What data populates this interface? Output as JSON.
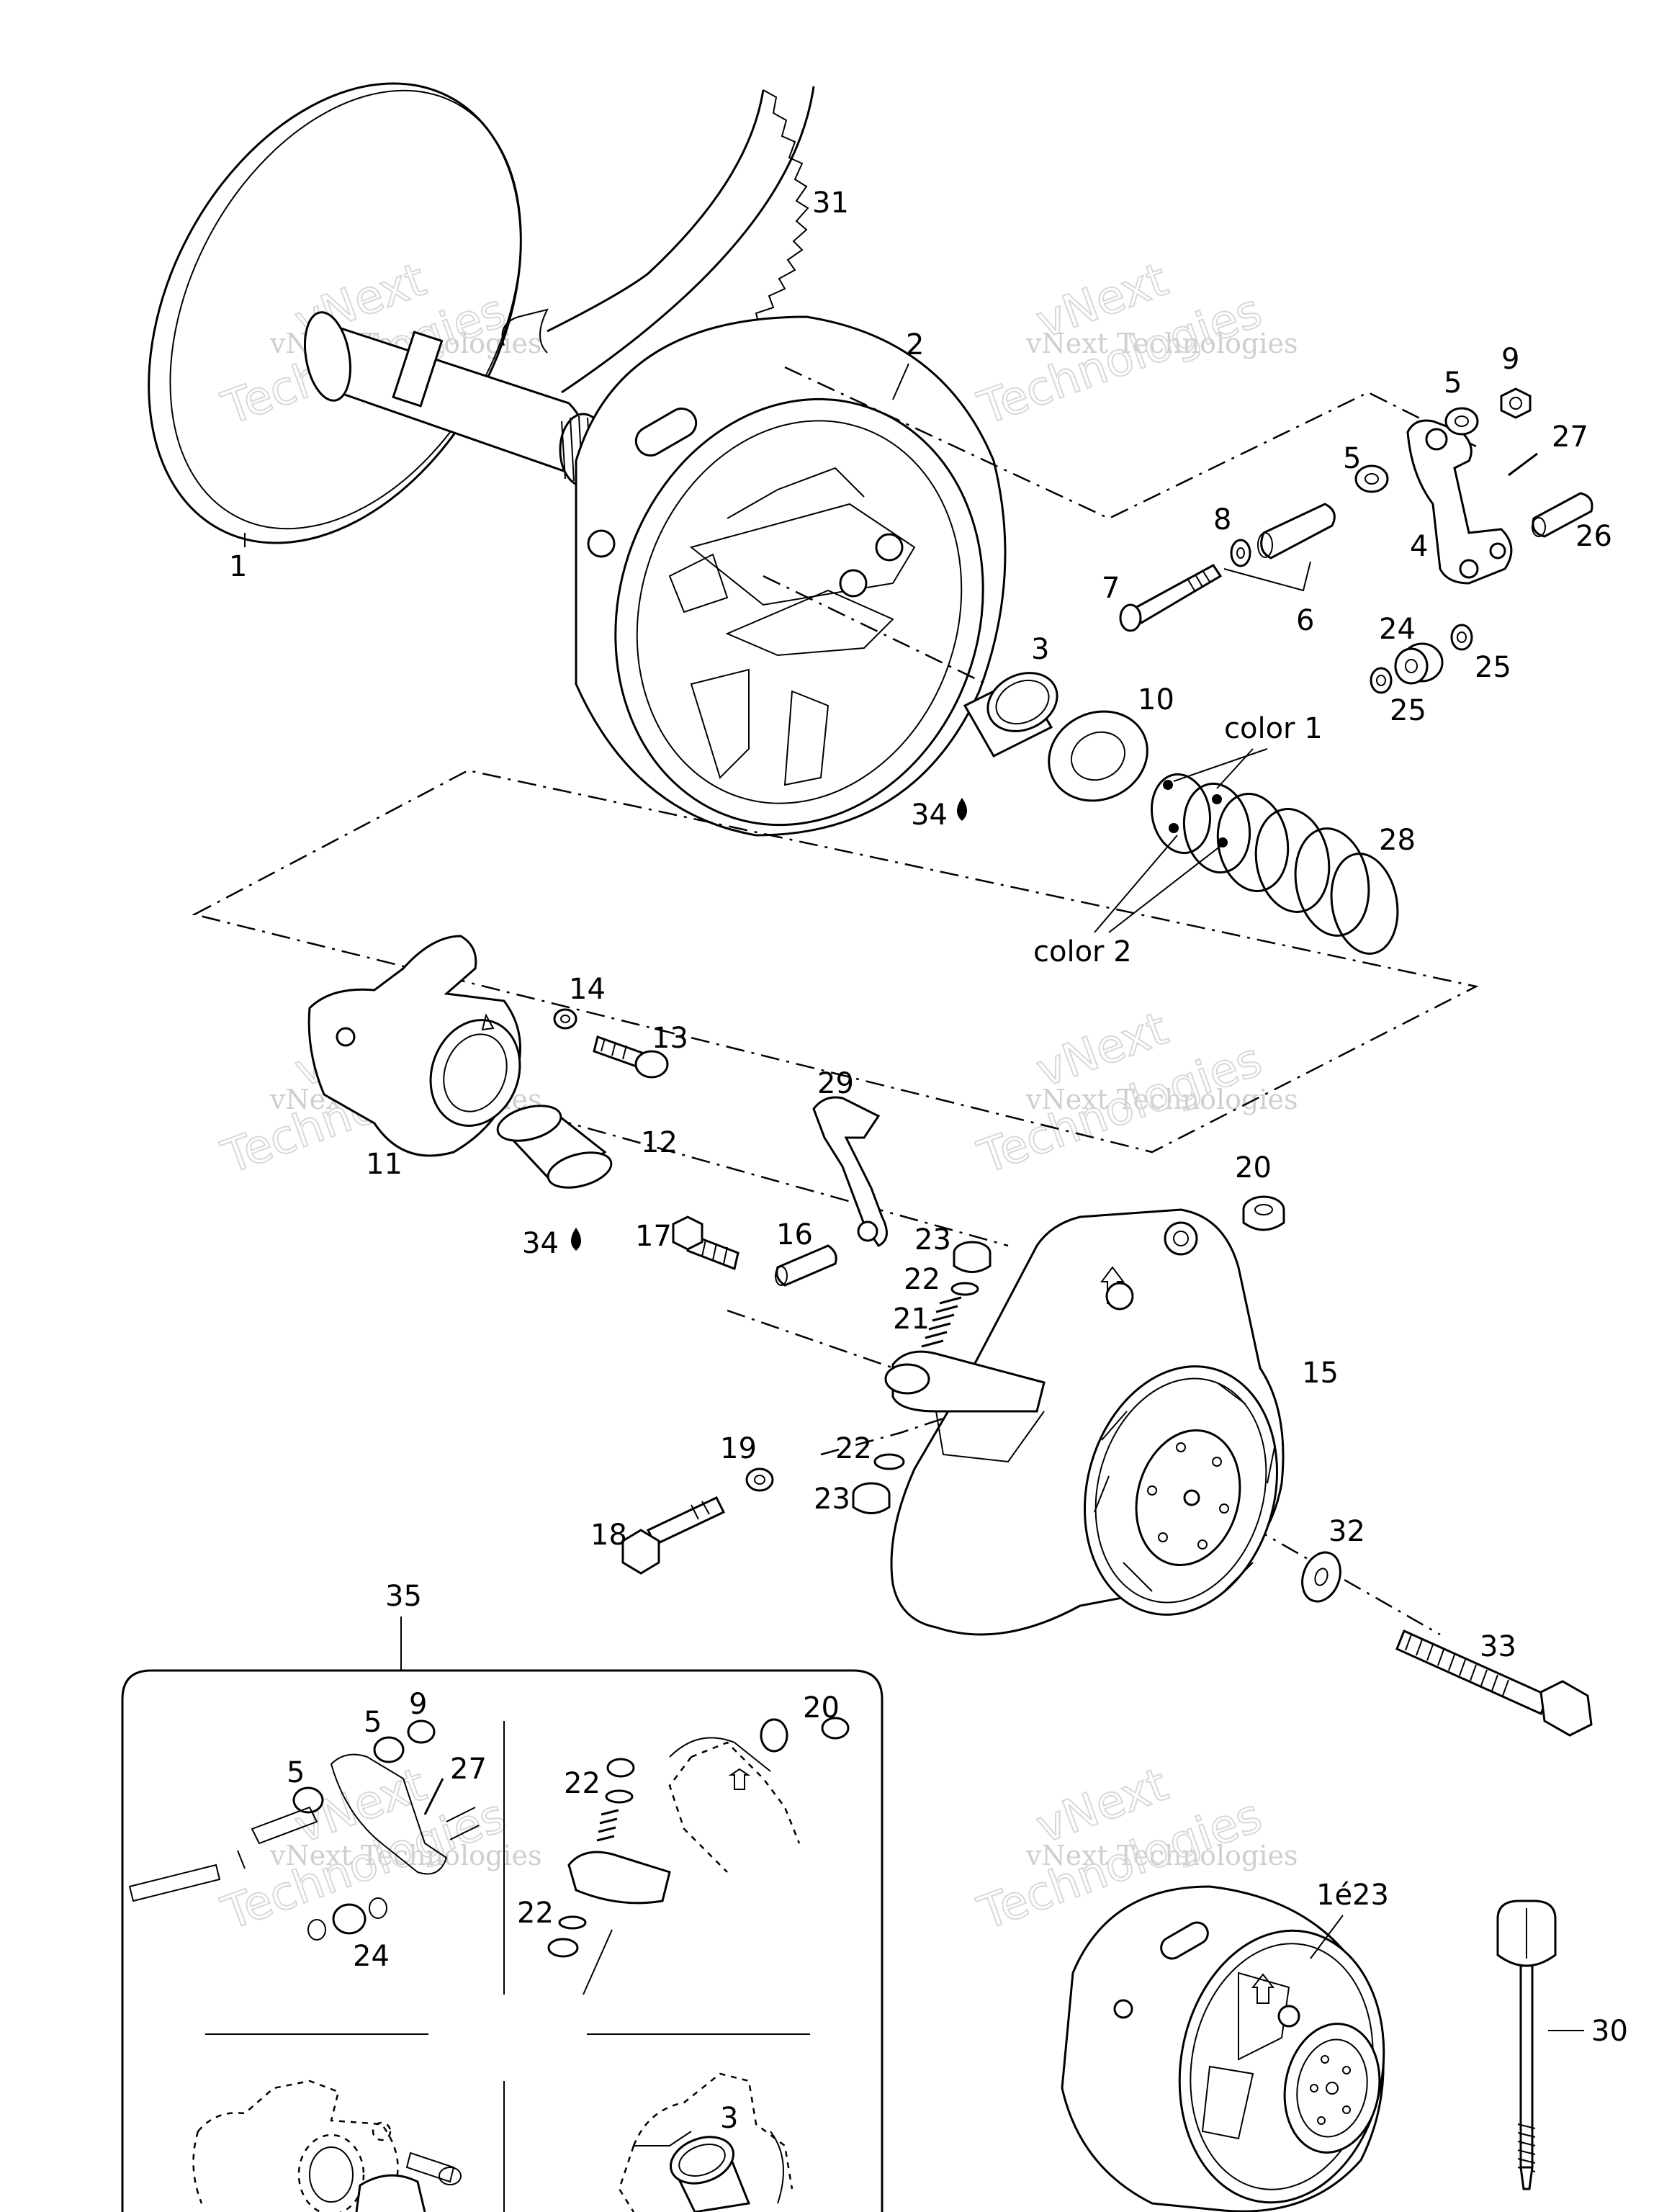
{
  "callouts": {
    "c1": "1",
    "c2": "2",
    "c3": "3",
    "c4": "4",
    "c5a": "5",
    "c5b": "5",
    "c6": "6",
    "c7": "7",
    "c8": "8",
    "c9": "9",
    "c10": "10",
    "c11": "11",
    "c12": "12",
    "c13": "13",
    "c14": "14",
    "c15": "15",
    "c16": "16",
    "c17": "17",
    "c18": "18",
    "c19": "19",
    "c20": "20",
    "c21": "21",
    "c22a": "22",
    "c22b": "22",
    "c23a": "23",
    "c23b": "23",
    "c24": "24",
    "c25a": "25",
    "c25b": "25",
    "c26": "26",
    "c27": "27",
    "c28": "28",
    "c29": "29",
    "c30": "30",
    "c31": "31",
    "c32": "32",
    "c33": "33",
    "c34a": "34",
    "c34b": "34",
    "c35": "35",
    "color1": "color 1",
    "color2": "color 2",
    "k9": "9",
    "k5a": "5",
    "k5b": "5",
    "k27": "27",
    "k24": "24",
    "k20": "20",
    "k22a": "22",
    "k22b": "22",
    "k3": "3",
    "k1e23": "1é23"
  },
  "watermark": {
    "line1": "vNext",
    "line2": "vNext Technologies",
    "line3": "Technologies"
  }
}
